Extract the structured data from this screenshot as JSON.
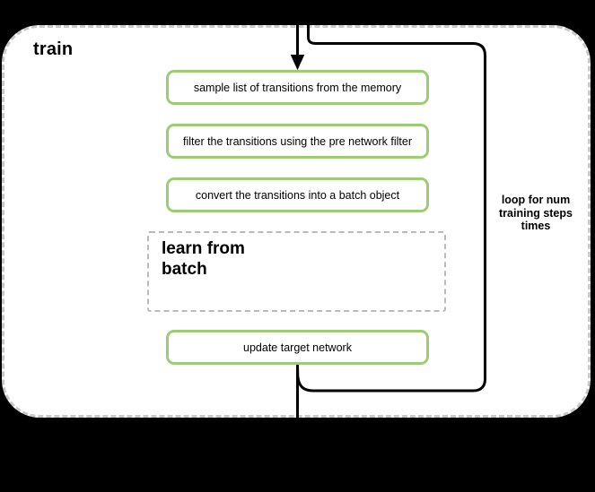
{
  "diagram": {
    "group_label": "train",
    "steps": [
      "sample list of transitions from the memory",
      "filter the transitions using the pre network filter",
      "convert the transitions into a batch object"
    ],
    "learn_box_label": "learn from\nbatch",
    "update_step_label": "update target network",
    "loop_note": "loop for num\ntraining steps\ntimes",
    "colors": {
      "background": "#000000",
      "container_fill": "#ffffff",
      "container_border": "#c9c9c9",
      "step_border": "#9dcc76",
      "sub_box_border": "#bababa",
      "flow_line": "#000000",
      "text": "#000000"
    }
  }
}
